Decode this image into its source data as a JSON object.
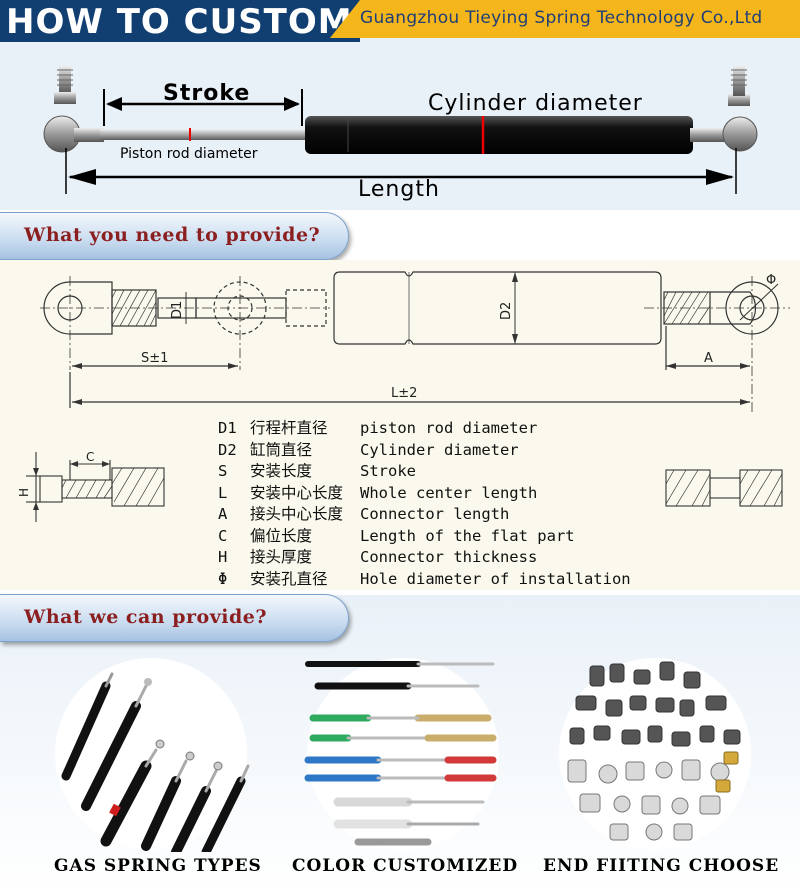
{
  "header": {
    "title": "HOW TO CUSTOM",
    "company": "Guangzhou Tieying Spring Technology Co.,Ltd"
  },
  "top_diagram": {
    "stroke_label": "Stroke",
    "cylinder_label": "Cylinder diameter",
    "piston_label": "Piston rod diameter",
    "length_label": "Length"
  },
  "section1": {
    "title": "What you need to provide?"
  },
  "tech_drawing": {
    "d1": "D1",
    "d2": "D2",
    "s": "S±1",
    "a": "A",
    "l": "L±2",
    "phi": "Φ",
    "c": "C",
    "h": "H"
  },
  "definitions": [
    {
      "code": "D1",
      "zh": "行程杆直径",
      "en": "piston rod diameter"
    },
    {
      "code": "D2",
      "zh": "缸筒直径",
      "en": "Cylinder diameter"
    },
    {
      "code": "S",
      "zh": "安装长度",
      "en": "Stroke"
    },
    {
      "code": "L",
      "zh": "安装中心长度",
      "en": "Whole center length"
    },
    {
      "code": "A",
      "zh": "接头中心长度",
      "en": "Connector length"
    },
    {
      "code": "C",
      "zh": "偏位长度",
      "en": "Length of the flat part"
    },
    {
      "code": "H",
      "zh": "接头厚度",
      "en": "Connector thickness"
    },
    {
      "code": "Φ",
      "zh": "安装孔直径",
      "en": "Hole diameter of installation"
    }
  ],
  "section2": {
    "title": "What we can provide?"
  },
  "products": [
    {
      "caption": "GAS SPRING TYPES"
    },
    {
      "caption": "COLOR CUSTOMIZED"
    },
    {
      "caption": "END FIITING CHOOSE"
    }
  ]
}
